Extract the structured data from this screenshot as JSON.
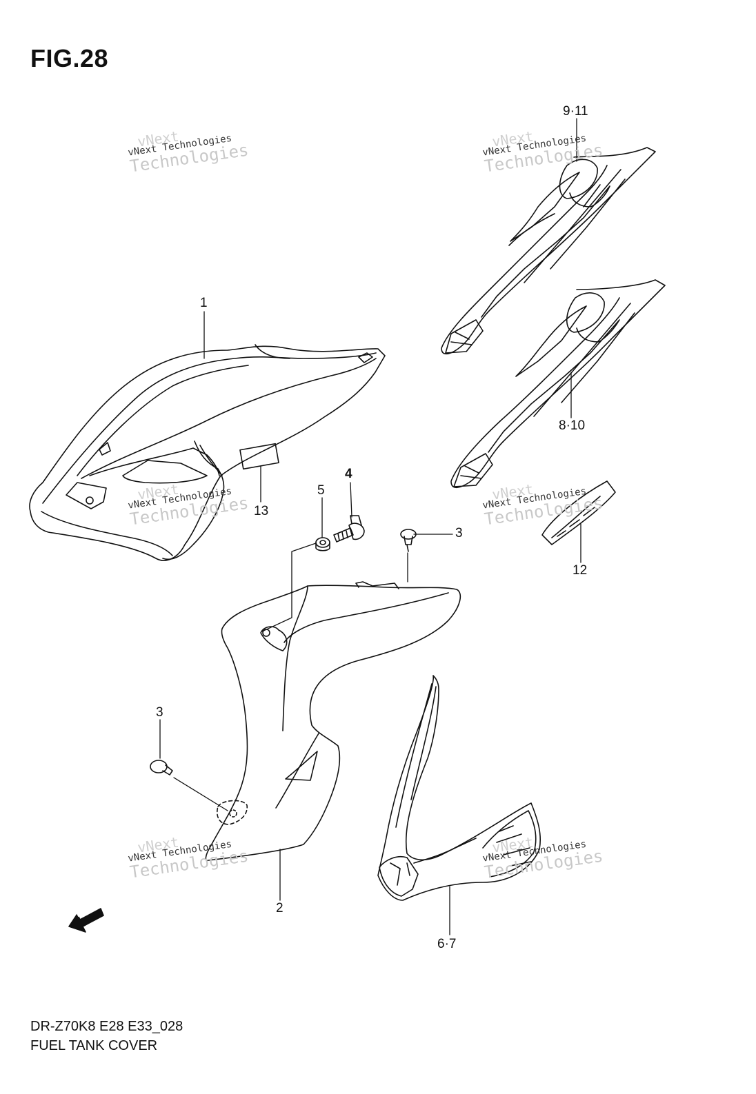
{
  "figure": {
    "title": "FIG.28",
    "model_code": "DR-Z70K8 E28 E33_028",
    "name": "FUEL TANK COVER",
    "fwd_label": "FWD"
  },
  "watermark": {
    "line1": "vNext",
    "line2": "vNext Technologies",
    "line3": "Technologies"
  },
  "callouts": {
    "p1": "1",
    "p2": "2",
    "p3a": "3",
    "p3b": "3",
    "p4": "4",
    "p5": "5",
    "p67": "6·7",
    "p810": "8·10",
    "p911": "9·11",
    "p12": "12",
    "p13": "13"
  },
  "colors": {
    "line": "#111111",
    "watermark": "#b5b5b5"
  }
}
